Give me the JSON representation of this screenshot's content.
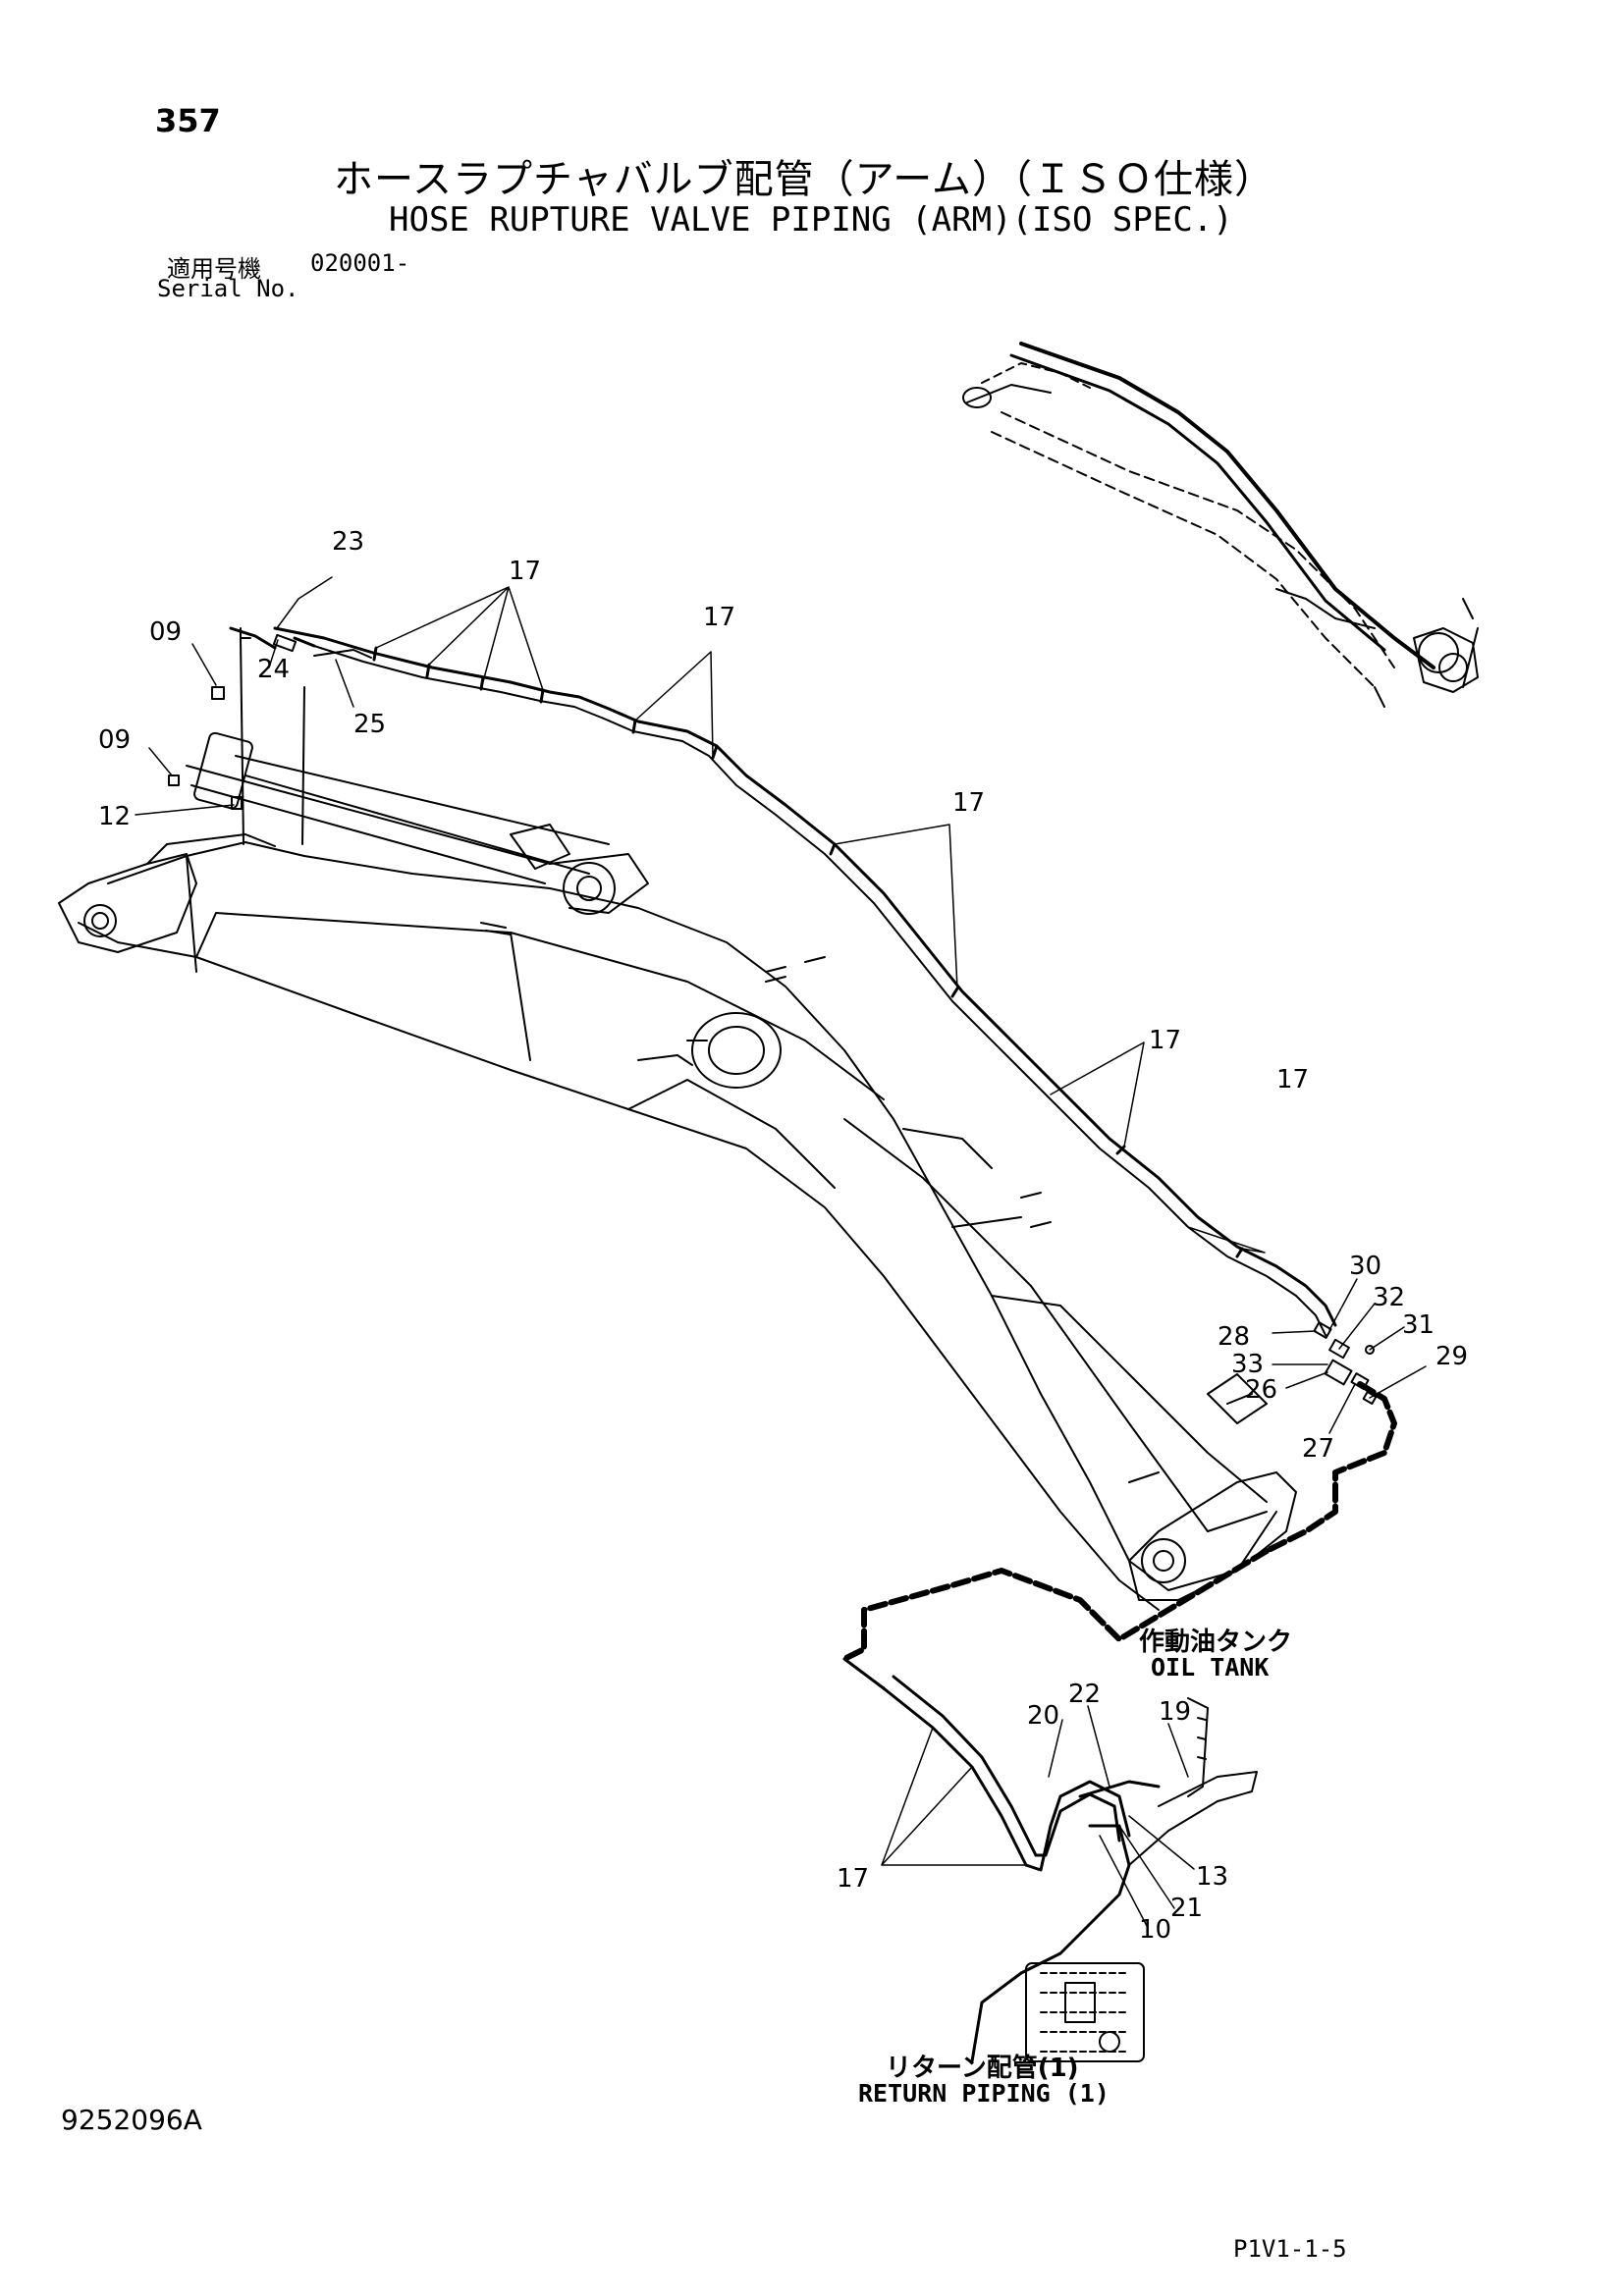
{
  "page_number": "357",
  "title_jp": "ホースラプチャバルブ配管（アーム）（ＩＳＯ仕様）",
  "title_en": "HOSE RUPTURE VALVE PIPING (ARM)(ISO SPEC.)",
  "serial": {
    "label_jp": "適用号機",
    "label_en": "Serial No.",
    "value": "020001-"
  },
  "drawing_id": "9252096A",
  "sheet_ref": "P1V1-1-5",
  "captions": {
    "oil_tank_jp": "作動油タンク",
    "oil_tank_en": "OIL TANK",
    "return_piping_jp": "リターン配管(1)",
    "return_piping_en": "RETURN PIPING (1)"
  },
  "callouts": {
    "c23": "23",
    "c17a": "17",
    "c17b": "17",
    "c09a": "09",
    "c24": "24",
    "c25": "25",
    "c09b": "09",
    "c12": "12",
    "c17c": "17",
    "c17d": "17",
    "c17e": "17",
    "c30": "30",
    "c32": "32",
    "c31": "31",
    "c28": "28",
    "c33": "33",
    "c26": "26",
    "c29": "29",
    "c27": "27",
    "c22": "22",
    "c20": "20",
    "c19": "19",
    "c13": "13",
    "c21": "21",
    "c10": "10",
    "c17f": "17"
  }
}
